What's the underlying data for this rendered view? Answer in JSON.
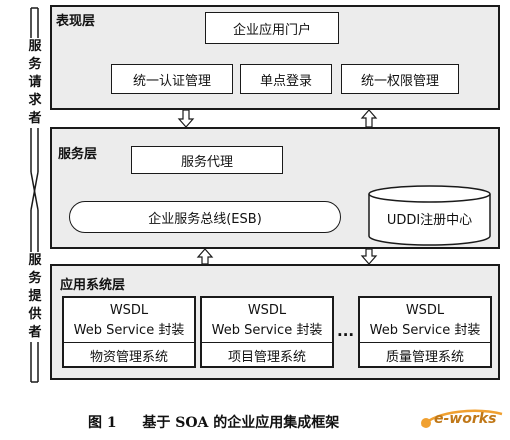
{
  "side_labels": {
    "requester": "服务请求者",
    "provider": "服务提供者"
  },
  "presentation_layer": {
    "title": "表现层",
    "portal": "企业应用门户",
    "children": [
      "统一认证管理",
      "单点登录",
      "统一权限管理"
    ]
  },
  "service_layer": {
    "title": "服务层",
    "proxy": "服务代理",
    "esb": "企业服务总线(ESB)",
    "registry": "UDDI注册中心"
  },
  "application_layer": {
    "title": "应用系统层",
    "ellipsis": "...",
    "systems": [
      {
        "wsdl": "WSDL",
        "ws": "Web Service 封装",
        "name": "物资管理系统"
      },
      {
        "wsdl": "WSDL",
        "ws": "Web Service 封装",
        "name": "项目管理系统"
      },
      {
        "wsdl": "WSDL",
        "ws": "Web Service 封装",
        "name": "质量管理系统"
      }
    ]
  },
  "caption": {
    "figure_no": "图 1",
    "text": "基于 SOA 的企业应用集成框架"
  },
  "logo": {
    "text": "e-works"
  }
}
